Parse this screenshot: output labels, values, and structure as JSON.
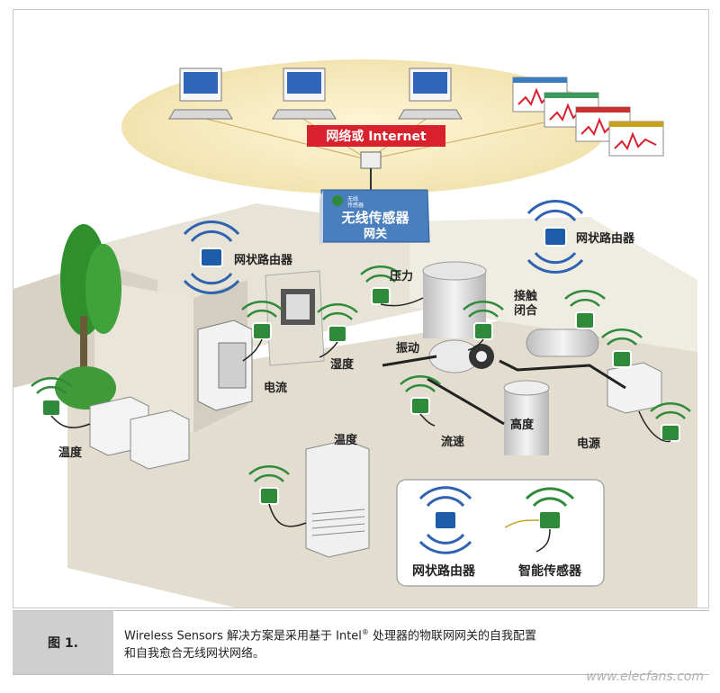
{
  "network_label": "网络或 Internet",
  "gateway": {
    "line1": "无线传感器",
    "line2": "网关",
    "badge1": "无线",
    "badge2": "传感器"
  },
  "labels": {
    "mesh_router_left": "网状路由器",
    "mesh_router_right": "网状路由器",
    "pressure": "压力",
    "contact_closure_1": "接触",
    "contact_closure_2": "闭合",
    "vibration": "振动",
    "humidity": "湿度",
    "current": "电流",
    "temperature_left": "温度",
    "flow": "流速",
    "height": "高度",
    "power": "电源",
    "temperature_center": "温度"
  },
  "legend": {
    "mesh_router": "网状路由器",
    "smart_sensor": "智能传感器"
  },
  "caption": {
    "label": "图 1.",
    "text_before": "Wireless Sensors 解决方案是采用基于 Intel",
    "reg": "®",
    "text_after": " 处理器的物联网网关的自我配置",
    "line2": "和自我愈合无线网状网络。"
  },
  "watermark": "www.elecfans.com",
  "colors": {
    "red": "#d8212c",
    "blue_box": "#4a7fbf",
    "sensor_green": "#2f8a3a",
    "router_blue": "#1d5ca8",
    "wave_green": "#2f8a3a",
    "wave_blue": "#2f62b0"
  }
}
